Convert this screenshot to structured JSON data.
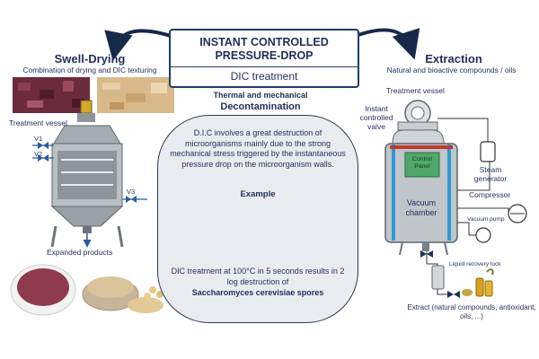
{
  "header": {
    "title": "INSTANT CONTROLLED PRESSURE-DROP",
    "subtitle": "DIC treatment"
  },
  "left": {
    "title": "Swell-Drying",
    "subtitle": "Combination of drying and DIC texturing",
    "vessel_label": "Treatment vessel",
    "valves": [
      "V1",
      "V2",
      "V3"
    ],
    "products_label": "Expanded products"
  },
  "center": {
    "heading_line1": "Thermal and mechanical",
    "heading_line2": "Decontamination",
    "description": "D.I.C involves a great destruction of microorganisms mainly due to the strong mechanical stress triggered by the instantaneous pressure drop on the microorganism walls.",
    "example_label": "Example",
    "result_text": "DIC treatment at 100°C in 5 seconds results in 2 log destruction of",
    "result_bold": "Saccharomyces cerevisiae spores"
  },
  "right": {
    "title": "Extraction",
    "subtitle": "Natural and bioactive compounds / oils",
    "vessel_label": "Treatment vessel",
    "valve_label": "Instant controlled valve",
    "control_panel": "Control Panel",
    "chamber_label": "Vacuum chamber",
    "steam_label": "Steam generator",
    "compressor_label": "Compressor",
    "pump_label": "Vacuum pump",
    "lock_label": "Liquid recovery lock",
    "extract_label": "Extract (natural compounds, antioxidant, oils, ...)"
  },
  "colors": {
    "navy": "#1f2f5c",
    "box_border": "#1f3d6b",
    "panel_bg": "#e8ecef",
    "accent_red": "#c0392b",
    "chamber": "#bfc5c9"
  }
}
